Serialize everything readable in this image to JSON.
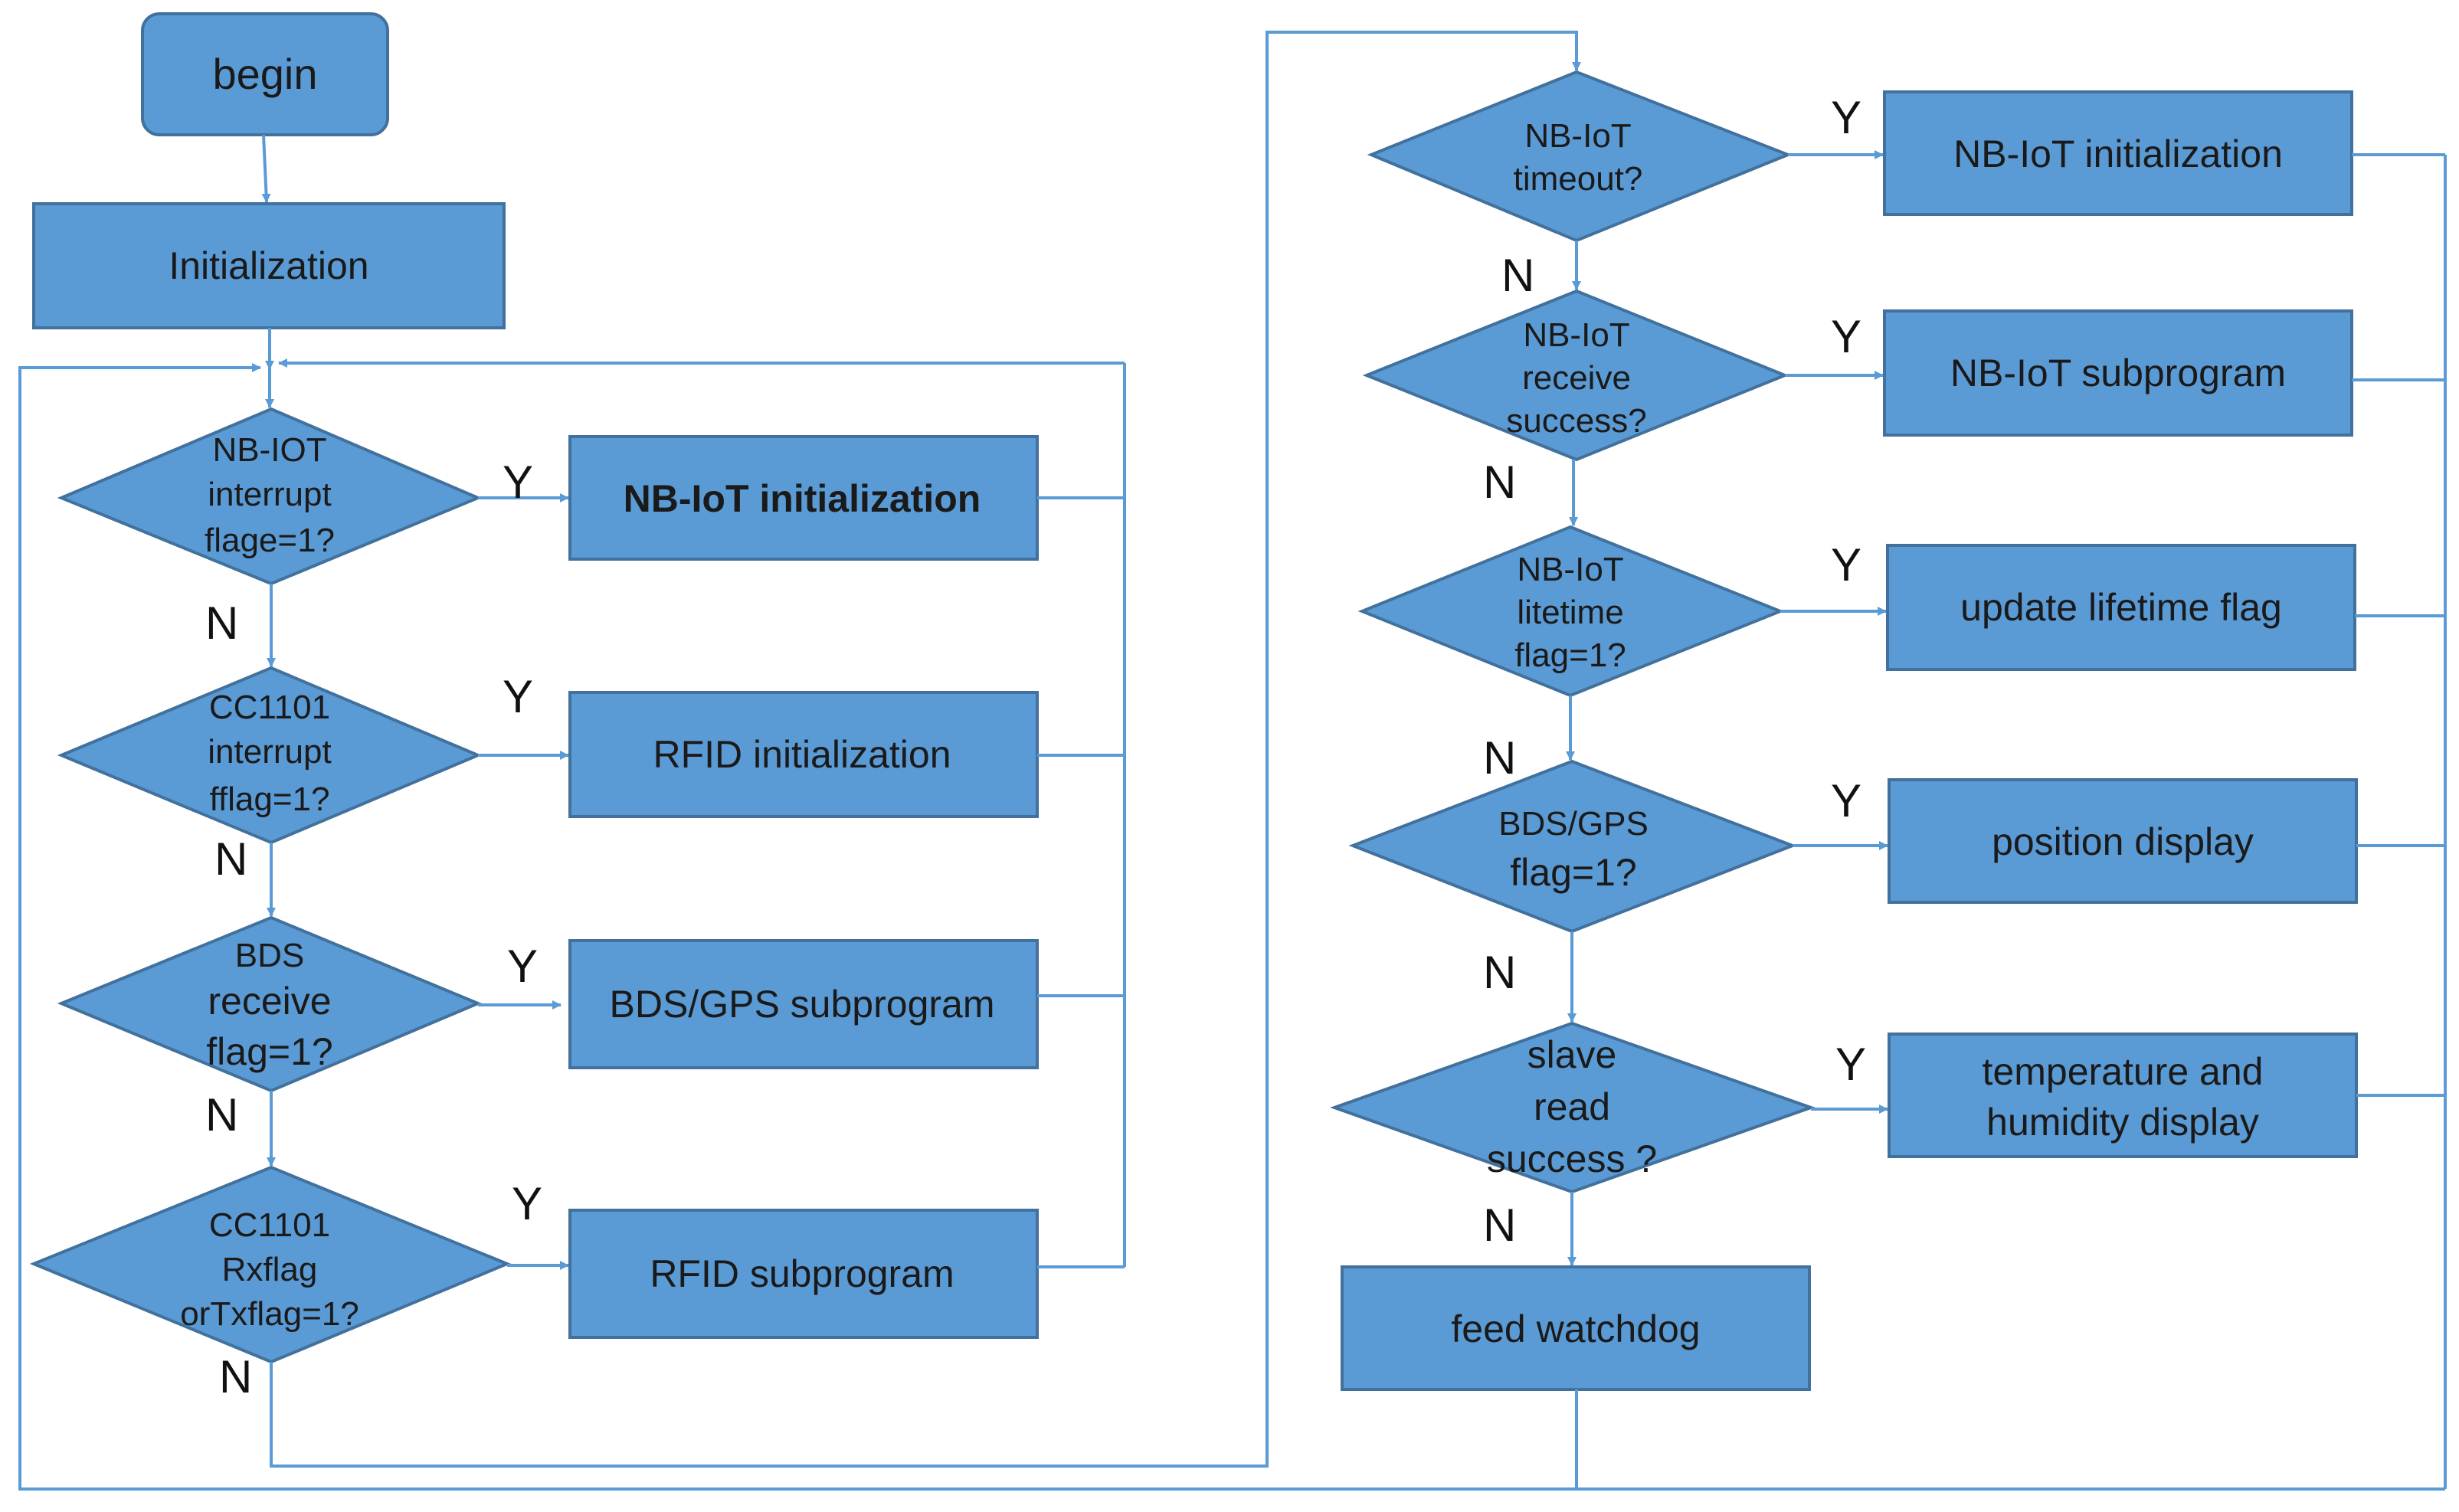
{
  "nodes": {
    "begin": [
      "begin"
    ],
    "init": [
      "Initialization"
    ],
    "d_nbiot_irq": [
      "NB-IOT",
      "interrupt",
      "flage=1?"
    ],
    "p_nbiot_init_left": [
      "NB-IoT initialization"
    ],
    "d_cc1101_irq": [
      "CC1101",
      "interrupt",
      "fflag=1?"
    ],
    "p_rfid_init": [
      "RFID initialization"
    ],
    "d_bds_receive": [
      "BDS",
      "receive",
      "flag=1?"
    ],
    "p_bds_gps_sub": [
      "BDS/GPS subprogram"
    ],
    "d_cc1101_rxtx": [
      "CC1101",
      "Rxflag",
      "orTxflag=1?"
    ],
    "p_rfid_sub": [
      "RFID subprogram"
    ],
    "d_nbiot_timeout": [
      "NB-IoT",
      "timeout?"
    ],
    "p_nbiot_init_right": [
      "NB-IoT initialization"
    ],
    "d_nbiot_receive": [
      "NB-IoT",
      "receive",
      "success?"
    ],
    "p_nbiot_sub": [
      "NB-IoT subprogram"
    ],
    "d_nbiot_lifetime": [
      "NB-IoT",
      "litetime",
      "flag=1?"
    ],
    "p_update_lifetime": [
      "update lifetime flag"
    ],
    "d_bds_gps_flag": [
      "BDS/GPS",
      "flag=1?"
    ],
    "p_position_display": [
      "position display"
    ],
    "d_slave_read": [
      "slave",
      "read",
      "success ?"
    ],
    "p_temp_humidity": [
      "temperature and",
      "humidity display"
    ],
    "p_feed_watchdog": [
      "feed watchdog"
    ]
  },
  "branch_labels": {
    "yes": "Y",
    "no": "N"
  },
  "colors": {
    "fill": "#5b9bd5",
    "stroke": "#41719c",
    "line": "#5b9bd5"
  }
}
